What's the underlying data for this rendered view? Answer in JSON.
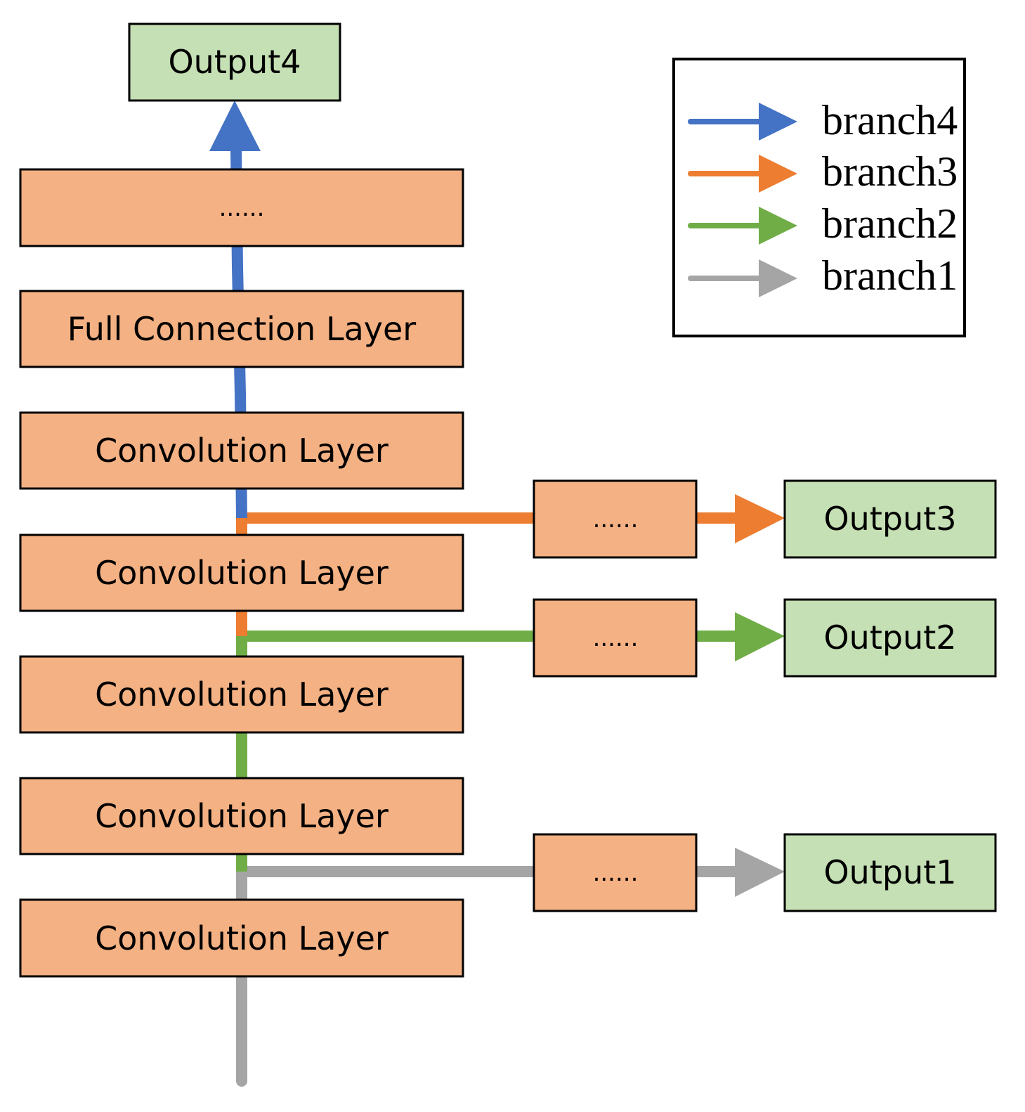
{
  "layers": [
    {
      "label": "......"
    },
    {
      "label": "Full Connection Layer"
    },
    {
      "label": "Convolution Layer"
    },
    {
      "label": "Convolution Layer"
    },
    {
      "label": "Convolution Layer"
    },
    {
      "label": "Convolution Layer"
    },
    {
      "label": "Convolution Layer"
    }
  ],
  "outputs": {
    "output4": "Output4",
    "output3": "Output3",
    "output2": "Output2",
    "output1": "Output1"
  },
  "side_blocks": {
    "branch3_block": "......",
    "branch2_block": "......",
    "branch1_block": "......"
  },
  "legend": [
    {
      "label": "branch4",
      "color": "#4472C4"
    },
    {
      "label": "branch3",
      "color": "#ED7D31"
    },
    {
      "label": "branch2",
      "color": "#70AD47"
    },
    {
      "label": "branch1",
      "color": "#A5A5A5"
    }
  ],
  "colors": {
    "layer_fill": "#F4B183",
    "output_fill": "#C5E0B4",
    "border": "#000000"
  }
}
